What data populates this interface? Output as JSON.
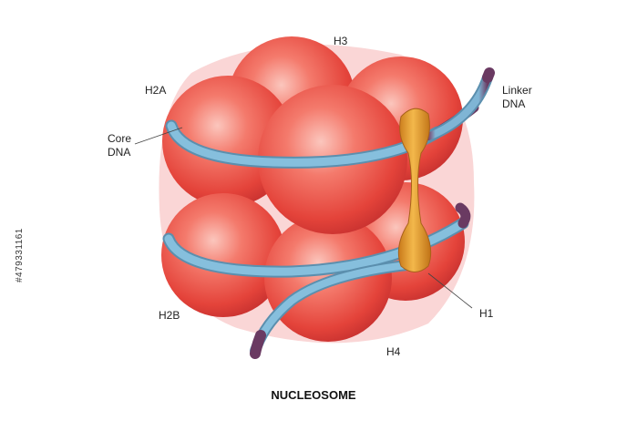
{
  "title": "NUCLEOSOME",
  "labels": {
    "h3": "H3",
    "h2a": "H2A",
    "core_dna": [
      "Core",
      "DNA"
    ],
    "linker_dna": [
      "Linker",
      "DNA"
    ],
    "h2b": "H2B",
    "h1": "H1",
    "h4": "H4"
  },
  "stock_id": "#479331161",
  "colors": {
    "histone": "#e8463c",
    "histone_light": "#f7a49a",
    "glow": "#f8c3c3",
    "dna": "#7fb7d6",
    "dna_dark": "#6e3d62",
    "h1": "#e7a53a"
  }
}
